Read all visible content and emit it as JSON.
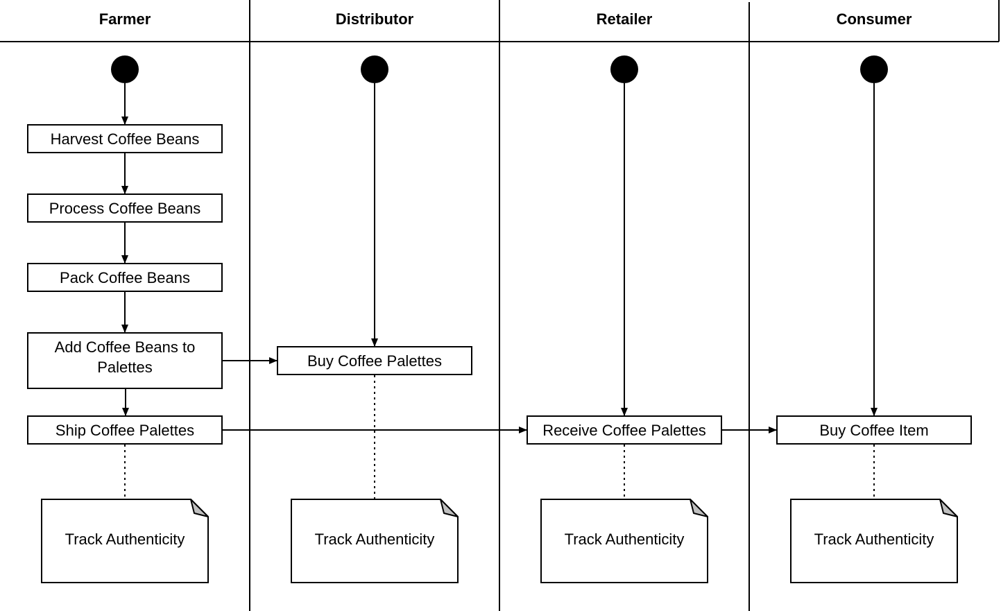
{
  "lanes": [
    {
      "title": "Farmer"
    },
    {
      "title": "Distributor"
    },
    {
      "title": "Retailer"
    },
    {
      "title": "Consumer"
    }
  ],
  "activities": {
    "harvest": "Harvest Coffee Beans",
    "process": "Process Coffee Beans",
    "pack": "Pack Coffee Beans",
    "add_line1": "Add Coffee Beans to",
    "add_line2": "Palettes",
    "ship": "Ship Coffee Palettes",
    "buy_palettes": "Buy Coffee Palettes",
    "receive": "Receive Coffee Palettes",
    "buy_item": "Buy Coffee Item"
  },
  "notes": [
    {
      "text": "Track Authenticity"
    },
    {
      "text": "Track Authenticity"
    },
    {
      "text": "Track Authenticity"
    },
    {
      "text": "Track Authenticity"
    }
  ],
  "colors": {
    "stroke": "#000000",
    "note_corner": "#bfbfbf",
    "background": "#ffffff"
  }
}
